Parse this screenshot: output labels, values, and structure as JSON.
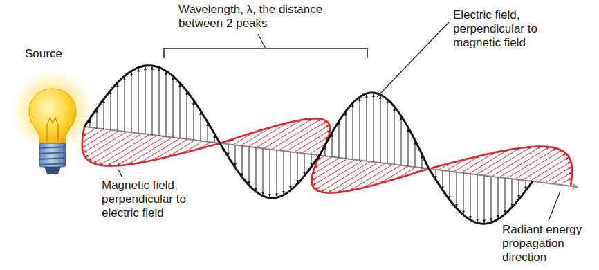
{
  "diagram": {
    "labels": [
      "Wavelength, λ, the distance between 2 peaks",
      "Source",
      "Electric field, perpendicular to magnetic field",
      "Magnetic field, perpendicular to electric field",
      "Radiant energy propagation direction"
    ]
  }
}
